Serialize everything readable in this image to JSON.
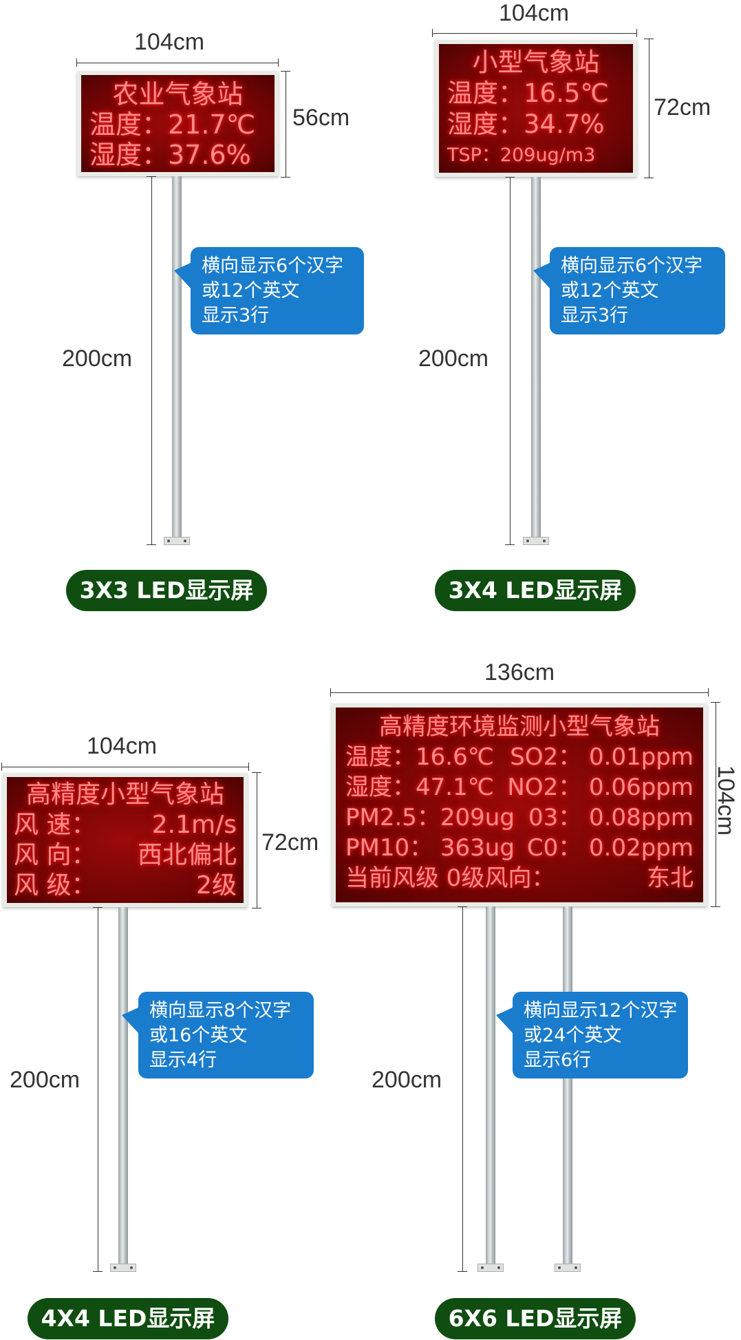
{
  "panel1": {
    "width_label": "104cm",
    "height_label": "56cm",
    "pole_label": "200cm",
    "led_lines": [
      "农业气象站",
      "温度：21.7℃",
      "湿度：37.6%"
    ],
    "callout_lines": [
      "横向显示6个汉字",
      "或12个英文",
      "显示3行"
    ],
    "caption": "3X3 LED显示屏"
  },
  "panel2": {
    "width_label": "104cm",
    "height_label": "72cm",
    "pole_label": "200cm",
    "led_lines": [
      "小型气象站",
      "温度：16.5℃",
      "湿度：34.7%",
      "TSP：209ug/m3"
    ],
    "callout_lines": [
      "横向显示6个汉字",
      "或12个英文",
      "显示3行"
    ],
    "caption": "3X4 LED显示屏"
  },
  "panel3": {
    "width_label": "104cm",
    "height_label": "72cm",
    "pole_label": "200cm",
    "title": "高精度小型气象站",
    "rows": [
      {
        "label": "风 速：",
        "value": "2.1m/s"
      },
      {
        "label": "风 向：",
        "value": "西北偏北"
      },
      {
        "label": "风 级：",
        "value": "2级"
      }
    ],
    "callout_lines": [
      "横向显示8个汉字",
      "或16个英文",
      "显示4行"
    ],
    "caption": "4X4 LED显示屏"
  },
  "panel4": {
    "width_label": "136cm",
    "height_label": "104cm",
    "pole_label": "200cm",
    "title": "高精度环境监测小型气象站",
    "rows": [
      {
        "left": "温度：16.6℃",
        "right": "SO2： 0.01ppm"
      },
      {
        "left": "湿度：47.1℃",
        "right": "NO2： 0.06ppm"
      },
      {
        "left": "PM2.5：209ug",
        "right": "03： 0.08ppm"
      },
      {
        "left": "PM10： 363ug",
        "right": "C0： 0.02ppm"
      },
      {
        "left": "当前风级 0级风向：",
        "right": "东北"
      }
    ],
    "callout_lines": [
      "横向显示12个汉字",
      "或24个英文",
      "显示6行"
    ],
    "caption": "6X6 LED显示屏"
  },
  "colors": {
    "led_text": "#ff8b8b",
    "led_background": "#7a0505",
    "callout": "#1a7ccc",
    "caption_pill": "#0f4d10"
  }
}
